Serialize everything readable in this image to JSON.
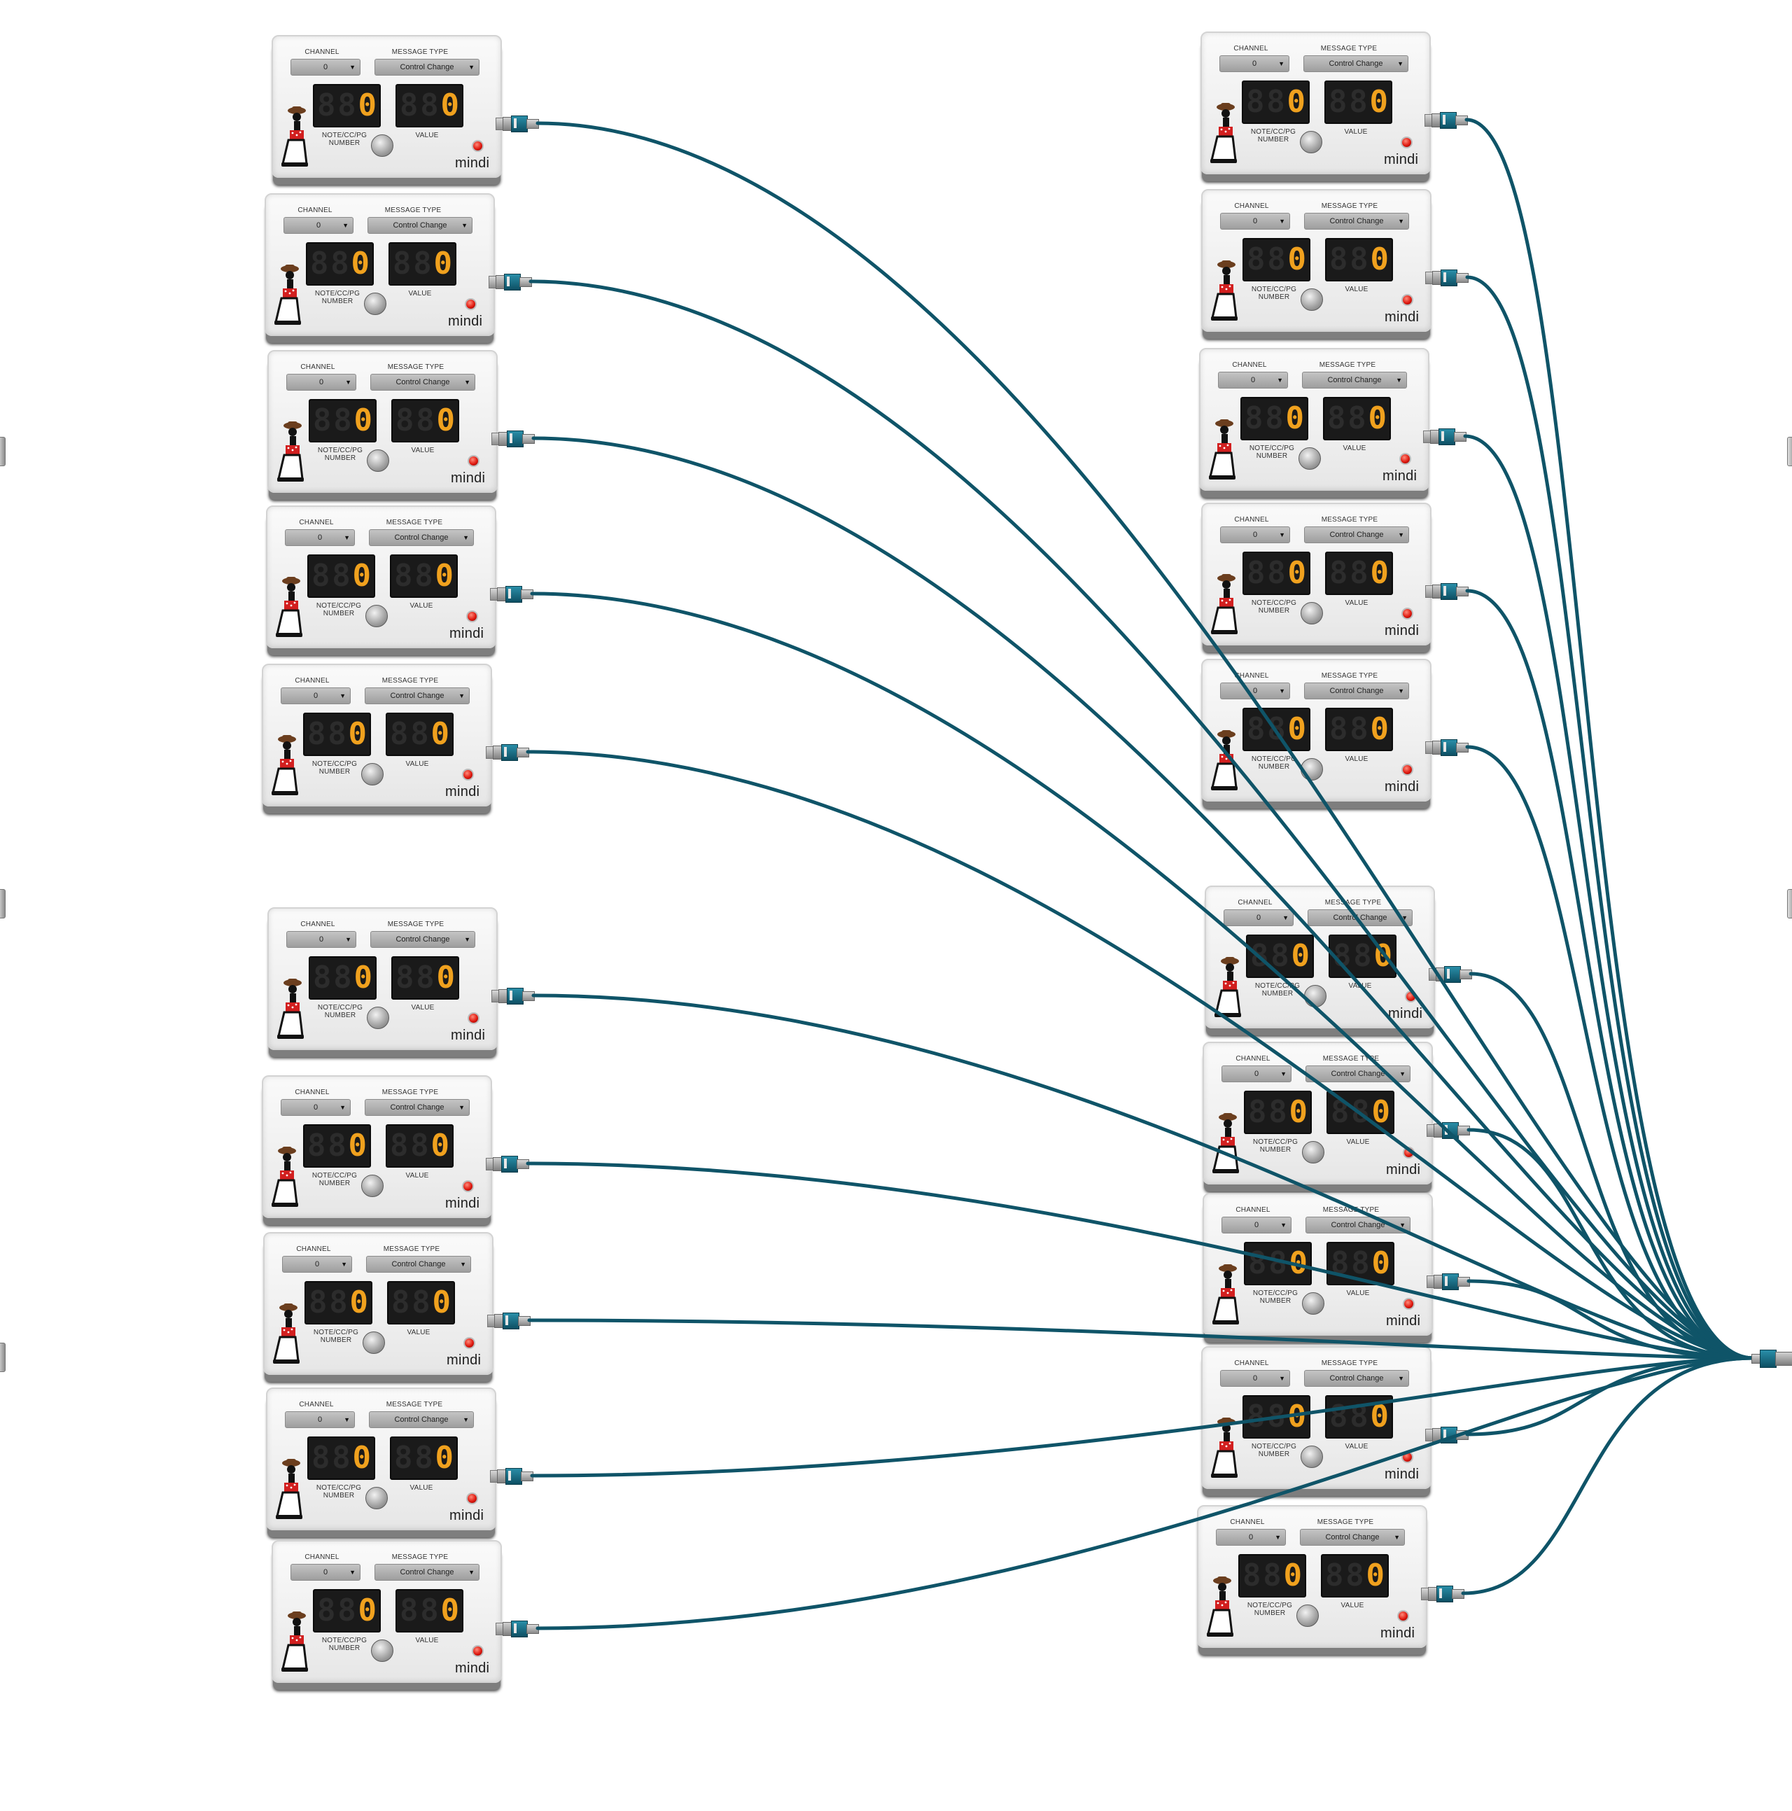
{
  "units": [
    {
      "channel_label": "CHANNEL",
      "channel_value": "0",
      "message_type_label": "MESSAGE TYPE",
      "message_type_value": "Control Change",
      "number_label": "NOTE/CC/PG NUMBER",
      "number_value": "0",
      "value_label": "VALUE",
      "value_value": "0",
      "brand": "mindi"
    },
    {
      "channel_label": "CHANNEL",
      "channel_value": "0",
      "message_type_label": "MESSAGE TYPE",
      "message_type_value": "Control Change",
      "number_label": "NOTE/CC/PG NUMBER",
      "number_value": "0",
      "value_label": "VALUE",
      "value_value": "0",
      "brand": "mindi"
    },
    {
      "channel_label": "CHANNEL",
      "channel_value": "0",
      "message_type_label": "MESSAGE TYPE",
      "message_type_value": "Control Change",
      "number_label": "NOTE/CC/PG NUMBER",
      "number_value": "0",
      "value_label": "VALUE",
      "value_value": "0",
      "brand": "mindi"
    },
    {
      "channel_label": "CHANNEL",
      "channel_value": "0",
      "message_type_label": "MESSAGE TYPE",
      "message_type_value": "Control Change",
      "number_label": "NOTE/CC/PG NUMBER",
      "number_value": "0",
      "value_label": "VALUE",
      "value_value": "0",
      "brand": "mindi"
    },
    {
      "channel_label": "CHANNEL",
      "channel_value": "0",
      "message_type_label": "MESSAGE TYPE",
      "message_type_value": "Control Change",
      "number_label": "NOTE/CC/PG NUMBER",
      "number_value": "0",
      "value_label": "VALUE",
      "value_value": "0",
      "brand": "mindi"
    },
    {
      "channel_label": "CHANNEL",
      "channel_value": "0",
      "message_type_label": "MESSAGE TYPE",
      "message_type_value": "Control Change",
      "number_label": "NOTE/CC/PG NUMBER",
      "number_value": "0",
      "value_label": "VALUE",
      "value_value": "0",
      "brand": "mindi"
    },
    {
      "channel_label": "CHANNEL",
      "channel_value": "0",
      "message_type_label": "MESSAGE TYPE",
      "message_type_value": "Control Change",
      "number_label": "NOTE/CC/PG NUMBER",
      "number_value": "0",
      "value_label": "VALUE",
      "value_value": "0",
      "brand": "mindi"
    },
    {
      "channel_label": "CHANNEL",
      "channel_value": "0",
      "message_type_label": "MESSAGE TYPE",
      "message_type_value": "Control Change",
      "number_label": "NOTE/CC/PG NUMBER",
      "number_value": "0",
      "value_label": "VALUE",
      "value_value": "0",
      "brand": "mindi"
    },
    {
      "channel_label": "CHANNEL",
      "channel_value": "0",
      "message_type_label": "MESSAGE TYPE",
      "message_type_value": "Control Change",
      "number_label": "NOTE/CC/PG NUMBER",
      "number_value": "0",
      "value_label": "VALUE",
      "value_value": "0",
      "brand": "mindi"
    },
    {
      "channel_label": "CHANNEL",
      "channel_value": "0",
      "message_type_label": "MESSAGE TYPE",
      "message_type_value": "Control Change",
      "number_label": "NOTE/CC/PG NUMBER",
      "number_value": "0",
      "value_label": "VALUE",
      "value_value": "0",
      "brand": "mindi"
    },
    {
      "channel_label": "CHANNEL",
      "channel_value": "0",
      "message_type_label": "MESSAGE TYPE",
      "message_type_value": "Control Change",
      "number_label": "NOTE/CC/PG NUMBER",
      "number_value": "0",
      "value_label": "VALUE",
      "value_value": "0",
      "brand": "mindi"
    },
    {
      "channel_label": "CHANNEL",
      "channel_value": "0",
      "message_type_label": "MESSAGE TYPE",
      "message_type_value": "Control Change",
      "number_label": "NOTE/CC/PG NUMBER",
      "number_value": "0",
      "value_label": "VALUE",
      "value_value": "0",
      "brand": "mindi"
    },
    {
      "channel_label": "CHANNEL",
      "channel_value": "0",
      "message_type_label": "MESSAGE TYPE",
      "message_type_value": "Control Change",
      "number_label": "NOTE/CC/PG NUMBER",
      "number_value": "0",
      "value_label": "VALUE",
      "value_value": "0",
      "brand": "mindi"
    },
    {
      "channel_label": "CHANNEL",
      "channel_value": "0",
      "message_type_label": "MESSAGE TYPE",
      "message_type_value": "Control Change",
      "number_label": "NOTE/CC/PG NUMBER",
      "number_value": "0",
      "value_label": "VALUE",
      "value_value": "0",
      "brand": "mindi"
    },
    {
      "channel_label": "CHANNEL",
      "channel_value": "0",
      "message_type_label": "MESSAGE TYPE",
      "message_type_value": "Control Change",
      "number_label": "NOTE/CC/PG NUMBER",
      "number_value": "0",
      "value_label": "VALUE",
      "value_value": "0",
      "brand": "mindi"
    },
    {
      "channel_label": "CHANNEL",
      "channel_value": "0",
      "message_type_label": "MESSAGE TYPE",
      "message_type_value": "Control Change",
      "number_label": "NOTE/CC/PG NUMBER",
      "number_value": "0",
      "value_label": "VALUE",
      "value_value": "0",
      "brand": "mindi"
    },
    {
      "channel_label": "CHANNEL",
      "channel_value": "0",
      "message_type_label": "MESSAGE TYPE",
      "message_type_value": "Control Change",
      "number_label": "NOTE/CC/PG NUMBER",
      "number_value": "0",
      "value_label": "VALUE",
      "value_value": "0",
      "brand": "mindi"
    },
    {
      "channel_label": "CHANNEL",
      "channel_value": "0",
      "message_type_label": "MESSAGE TYPE",
      "message_type_value": "Control Change",
      "number_label": "NOTE/CC/PG NUMBER",
      "number_value": "0",
      "value_label": "VALUE",
      "value_value": "0",
      "brand": "mindi"
    },
    {
      "channel_label": "CHANNEL",
      "channel_value": "0",
      "message_type_label": "MESSAGE TYPE",
      "message_type_value": "Control Change",
      "number_label": "NOTE/CC/PG NUMBER",
      "number_value": "0",
      "value_label": "VALUE",
      "value_value": "0",
      "brand": "mindi"
    },
    {
      "channel_label": "CHANNEL",
      "channel_value": "0",
      "message_type_label": "MESSAGE TYPE",
      "message_type_value": "Control Change",
      "number_label": "NOTE/CC/PG NUMBER",
      "number_value": "0",
      "value_label": "VALUE",
      "value_value": "0",
      "brand": "mindi"
    }
  ],
  "icons": {
    "mascot": "cowboy-mascot-icon",
    "dropdown": "triangle-down-icon",
    "footswitch": "footswitch-icon",
    "led": "led-indicator-icon",
    "cable_plug": "cable-plug-icon"
  },
  "colors": {
    "cable": "#0f5468",
    "display_digit_on": "#f0a11e",
    "led": "#e01a10",
    "unit_body": "#f2f2f2"
  }
}
